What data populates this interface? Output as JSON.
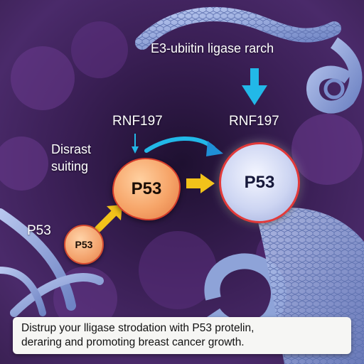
{
  "header_label": "E3-ubiitin ligase rarch",
  "rnf_left_label": "RNF197",
  "rnf_right_label": "RNF197",
  "side_label_line1": "Disrast",
  "side_label_line2": "suiting",
  "small_left_label": "P53",
  "nodes": {
    "small": "P53",
    "large": "P53",
    "target": "P53"
  },
  "caption": {
    "line1": "Distrup your lligase strodation with P53 protelin,",
    "line2": "deraring and promoting breast cancer growth."
  },
  "colors": {
    "background": "#3a1f55",
    "arrow_cyan": "#22b8e8",
    "arrow_yellow": "#f2c21a",
    "target_border": "#e23a3a",
    "protein_structure": "#8ea3d8"
  }
}
